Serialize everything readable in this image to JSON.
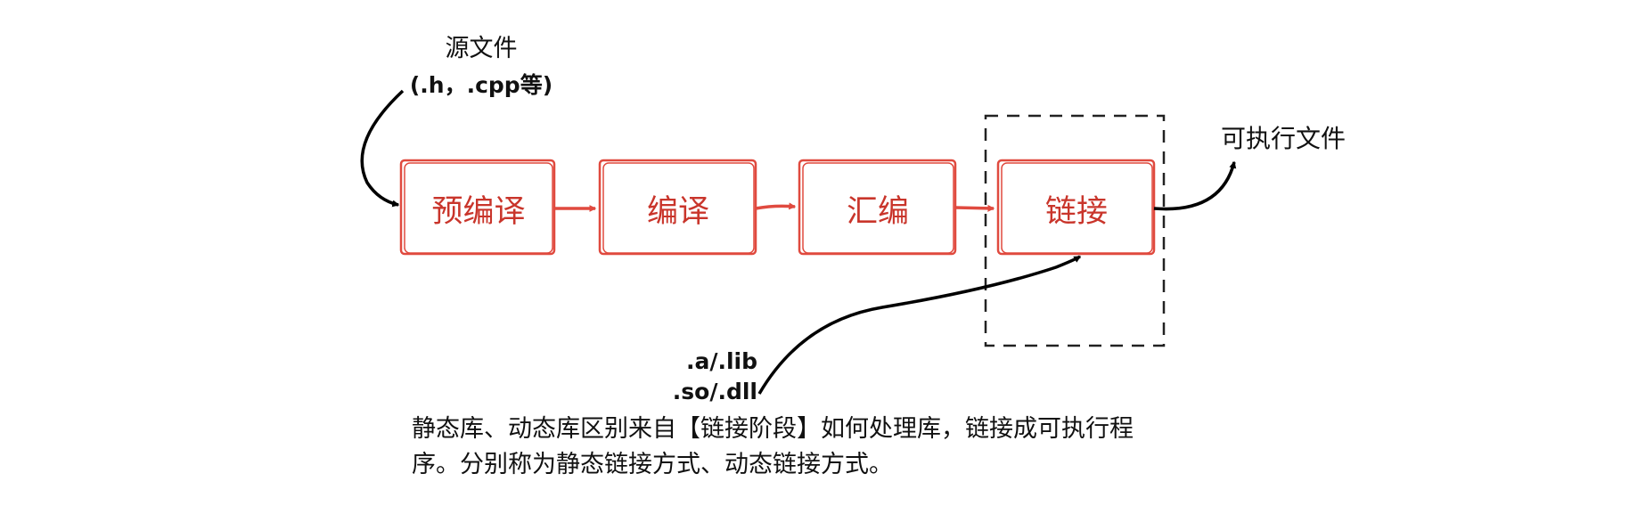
{
  "source": {
    "title": "源文件",
    "extensions": "(.h，.cpp等)"
  },
  "stages": [
    "预编译",
    "编译",
    "汇编",
    "链接"
  ],
  "output_label": "可执行文件",
  "libraries": {
    "static": ".a/.lib",
    "dynamic": ".so/.dll"
  },
  "note": {
    "line1": "静态库、动态库区别来自【链接阶段】如何处理库，链接成可执行程",
    "line2": "序。分别称为静态链接方式、动态链接方式。"
  },
  "colors": {
    "stage_stroke": "#e04a3f",
    "stage_text": "#c9352b",
    "arrow_black": "#000000",
    "arrow_red": "#e04a3f"
  }
}
